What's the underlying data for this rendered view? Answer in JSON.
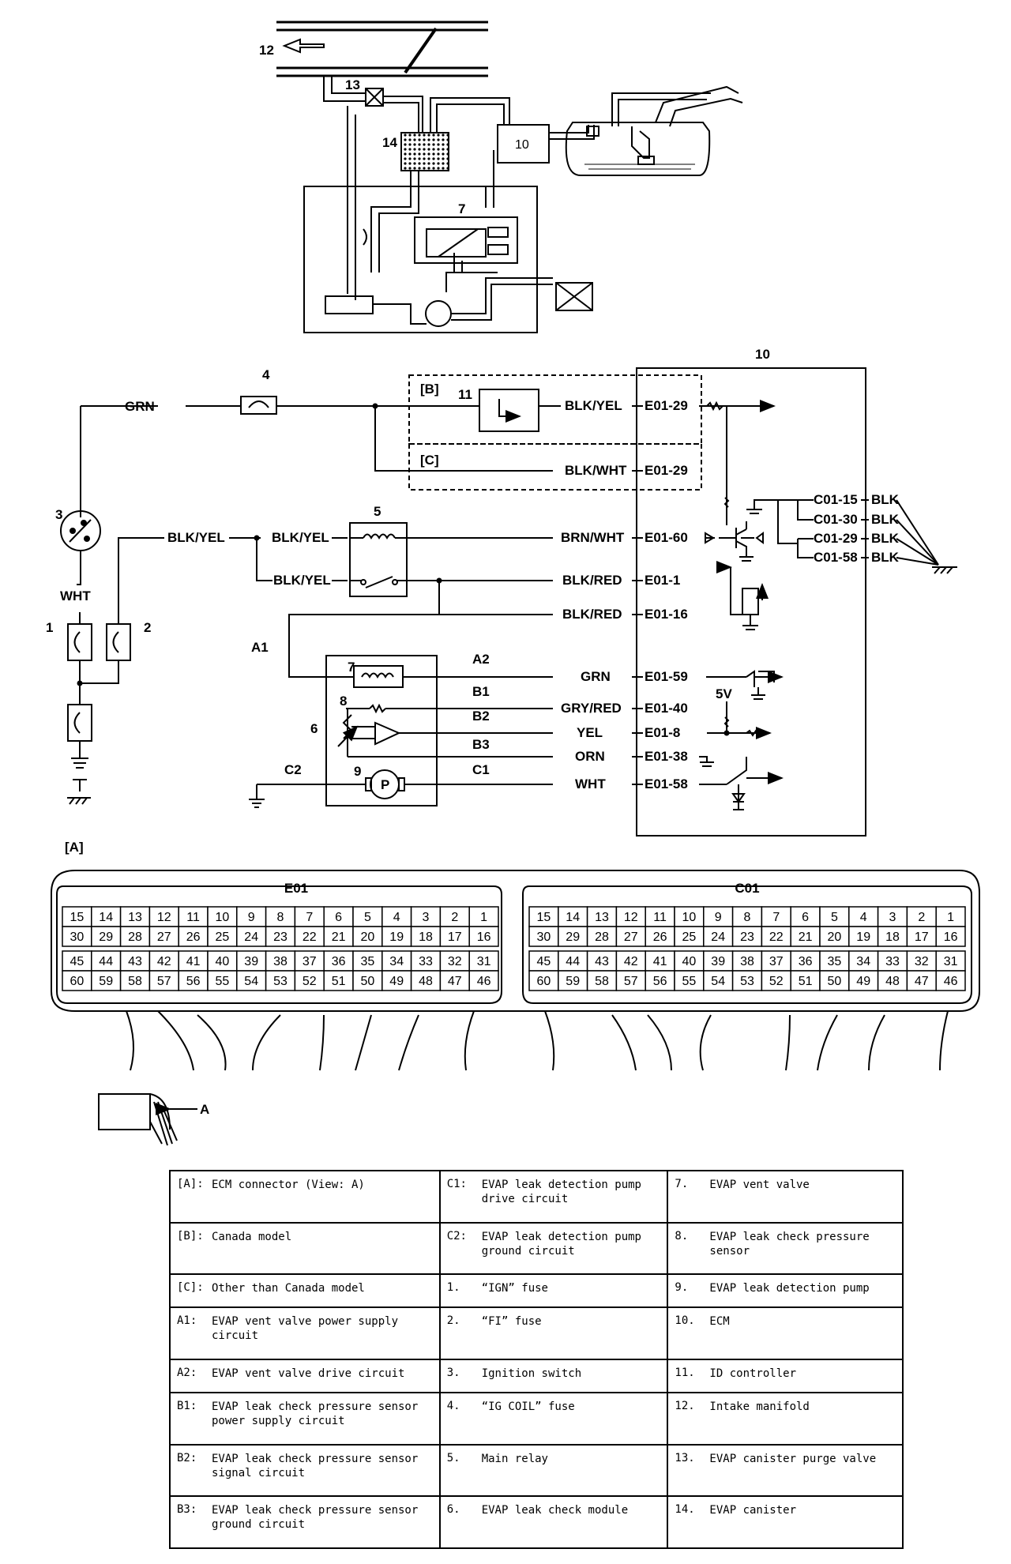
{
  "labels": {
    "n1": "1",
    "n2": "2",
    "n3": "3",
    "n4": "4",
    "n5": "5",
    "n6": "6",
    "n7": "7",
    "n8": "8",
    "n9": "9",
    "n10": "10",
    "n11": "11",
    "n12": "12",
    "n13": "13",
    "n14": "14",
    "A1": "A1",
    "A2": "A2",
    "B1": "B1",
    "B2": "B2",
    "B3": "B3",
    "C1": "C1",
    "C2": "C2",
    "B": "[B]",
    "C": "[C]",
    "A": "[A]",
    "A_arrow": "A",
    "v5": "5V",
    "P": "P"
  },
  "wires": {
    "grn_top": "GRN",
    "wht": "WHT",
    "blkyel1": "BLK/YEL",
    "blkyel2": "BLK/YEL",
    "blkyel3": "BLK/YEL",
    "blkyel_b": "BLK/YEL",
    "blkwht_c": "BLK/WHT",
    "brnwht": "BRN/WHT",
    "blkred1": "BLK/RED",
    "blkred2": "BLK/RED",
    "grn": "GRN",
    "gryred": "GRY/RED",
    "yel": "YEL",
    "orn": "ORN",
    "wht2": "WHT",
    "blk1": "BLK",
    "blk2": "BLK",
    "blk3": "BLK",
    "blk4": "BLK"
  },
  "terminals": {
    "e0129b": "E01-29",
    "e0129c": "E01-29",
    "e0160": "E01-60",
    "e011": "E01-1",
    "e0116": "E01-16",
    "e0159": "E01-59",
    "e0140": "E01-40",
    "e018": "E01-8",
    "e0138": "E01-38",
    "e0158": "E01-58",
    "c0115": "C01-15",
    "c0130": "C01-30",
    "c0129": "C01-29",
    "c0158": "C01-58"
  },
  "connectors": [
    {
      "title": "E01",
      "rows": [
        [
          "15",
          "14",
          "13",
          "12",
          "11",
          "10",
          "9",
          "8",
          "7",
          "6",
          "5",
          "4",
          "3",
          "2",
          "1"
        ],
        [
          "30",
          "29",
          "28",
          "27",
          "26",
          "25",
          "24",
          "23",
          "22",
          "21",
          "20",
          "19",
          "18",
          "17",
          "16"
        ],
        [
          "45",
          "44",
          "43",
          "42",
          "41",
          "40",
          "39",
          "38",
          "37",
          "36",
          "35",
          "34",
          "33",
          "32",
          "31"
        ],
        [
          "60",
          "59",
          "58",
          "57",
          "56",
          "55",
          "54",
          "53",
          "52",
          "51",
          "50",
          "49",
          "48",
          "47",
          "46"
        ]
      ]
    },
    {
      "title": "C01",
      "rows": [
        [
          "15",
          "14",
          "13",
          "12",
          "11",
          "10",
          "9",
          "8",
          "7",
          "6",
          "5",
          "4",
          "3",
          "2",
          "1"
        ],
        [
          "30",
          "29",
          "28",
          "27",
          "26",
          "25",
          "24",
          "23",
          "22",
          "21",
          "20",
          "19",
          "18",
          "17",
          "16"
        ],
        [
          "45",
          "44",
          "43",
          "42",
          "41",
          "40",
          "39",
          "38",
          "37",
          "36",
          "35",
          "34",
          "33",
          "32",
          "31"
        ],
        [
          "60",
          "59",
          "58",
          "57",
          "56",
          "55",
          "54",
          "53",
          "52",
          "51",
          "50",
          "49",
          "48",
          "47",
          "46"
        ]
      ]
    }
  ],
  "legend": [
    [
      {
        "code": "[A]:",
        "text": "ECM connector (View: A)"
      },
      {
        "code": "C1:",
        "text": "EVAP leak detection pump drive circuit"
      },
      {
        "code": "7.",
        "text": "EVAP vent valve"
      }
    ],
    [
      {
        "code": "[B]:",
        "text": "Canada model"
      },
      {
        "code": "C2:",
        "text": "EVAP leak detection pump ground circuit"
      },
      {
        "code": "8.",
        "text": "EVAP leak check pressure sensor"
      }
    ],
    [
      {
        "code": "[C]:",
        "text": "Other than Canada model"
      },
      {
        "code": "1.",
        "text": "“IGN” fuse"
      },
      {
        "code": "9.",
        "text": "EVAP leak detection pump"
      }
    ],
    [
      {
        "code": "A1:",
        "text": "EVAP vent valve power supply circuit"
      },
      {
        "code": "2.",
        "text": "“FI” fuse"
      },
      {
        "code": "10.",
        "text": "ECM"
      }
    ],
    [
      {
        "code": "A2:",
        "text": "EVAP vent valve drive circuit"
      },
      {
        "code": "3.",
        "text": "Ignition switch"
      },
      {
        "code": "11.",
        "text": "ID controller"
      }
    ],
    [
      {
        "code": "B1:",
        "text": "EVAP leak check pressure sensor power supply circuit"
      },
      {
        "code": "4.",
        "text": "“IG COIL” fuse"
      },
      {
        "code": "12.",
        "text": "Intake manifold"
      }
    ],
    [
      {
        "code": "B2:",
        "text": "EVAP leak check pressure sensor signal circuit"
      },
      {
        "code": "5.",
        "text": "Main relay"
      },
      {
        "code": "13.",
        "text": "EVAP canister purge valve"
      }
    ],
    [
      {
        "code": "B3:",
        "text": "EVAP leak check pressure sensor ground circuit"
      },
      {
        "code": "6.",
        "text": "EVAP leak check module"
      },
      {
        "code": "14.",
        "text": "EVAP canister"
      }
    ]
  ]
}
